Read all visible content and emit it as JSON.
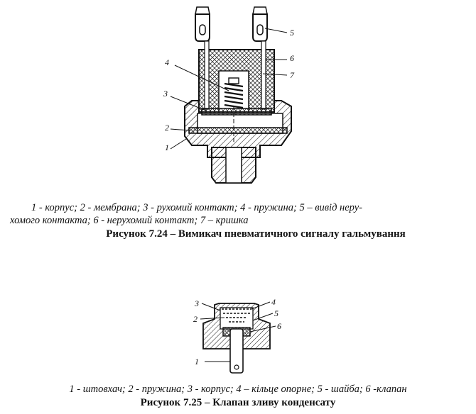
{
  "figure1": {
    "legend_line1": "1 - корпус; 2  - мембрана; 3 - рухомий  контакт; 4 - пружина; 5 – вивід неру-",
    "legend_line2": "хомого контакта; 6 - нерухомий контакт; 7 – кришка",
    "title": "Рисунок 7.24 – Вимикач пневматичного сигналу гальмування",
    "callouts": [
      "1",
      "2",
      "3",
      "4",
      "5",
      "6",
      "7"
    ]
  },
  "figure2": {
    "legend": "1 - штовхач; 2 - пружина; 3 - корпус; 4 – кільце опорне; 5 - шайба; 6 -клапан",
    "title": "Рисунок 7.25 – Клапан зливу конденсату",
    "callouts": [
      "1",
      "2",
      "3",
      "4",
      "5",
      "6"
    ]
  }
}
